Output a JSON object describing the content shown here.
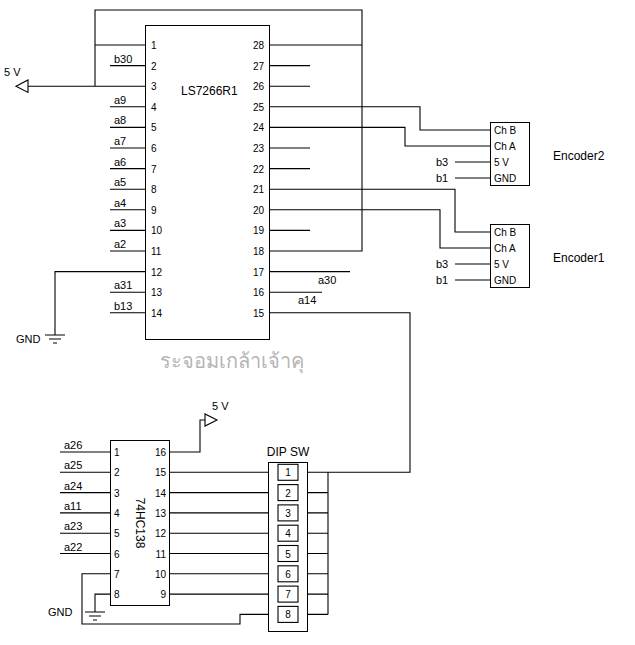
{
  "diagram": {
    "nodes": [
      {
        "text": [
          "LS7266R1",
          "1",
          "2",
          "3",
          "4",
          "5",
          "6",
          "7",
          "8",
          "9",
          "10",
          "11",
          "12",
          "13",
          "14",
          "28",
          "27",
          "26",
          "25",
          "24",
          "23",
          "22",
          "21",
          "20",
          "19",
          "18",
          "17",
          "16",
          "15"
        ]
      },
      {
        "text": [
          "Ch B",
          "Ch A",
          "5 V",
          "GND",
          "Encoder2"
        ]
      },
      {
        "text": [
          "Ch B",
          "Ch A",
          "5 V",
          "GND",
          "Encoder1"
        ]
      },
      {
        "text": [
          "74HC138",
          "1",
          "2",
          "3",
          "4",
          "5",
          "6",
          "7",
          "8",
          "16",
          "15",
          "14",
          "13",
          "12",
          "11",
          "10",
          "9"
        ]
      },
      {
        "text": [
          "DIP SW",
          "1",
          "2",
          "3",
          "4",
          "5",
          "6",
          "7",
          "8"
        ]
      }
    ],
    "edges": [
      {
        "from": 0,
        "to": 1,
        "arrow": "none"
      },
      {
        "from": 0,
        "to": 1,
        "arrow": "none"
      },
      {
        "from": 0,
        "to": 2,
        "arrow": "none"
      },
      {
        "from": 0,
        "to": 2,
        "arrow": "none"
      },
      {
        "from": 0,
        "to": 4,
        "arrow": "none"
      },
      {
        "from": 3,
        "to": 4,
        "arrow": "none"
      },
      {
        "from": 3,
        "to": 4,
        "arrow": "none"
      },
      {
        "from": 3,
        "to": 4,
        "arrow": "none"
      },
      {
        "from": 3,
        "to": 4,
        "arrow": "none"
      },
      {
        "from": 3,
        "to": 4,
        "arrow": "none"
      },
      {
        "from": 3,
        "to": 4,
        "arrow": "none"
      },
      {
        "from": 3,
        "to": 4,
        "arrow": "none"
      },
      {
        "from": 3,
        "to": 4,
        "arrow": "none"
      }
    ],
    "labels": [
      "5 V",
      "b30",
      "a9",
      "a8",
      "a7",
      "a6",
      "a5",
      "a4",
      "a3",
      "a2",
      "a31",
      "b13",
      "GND",
      "a30",
      "a14",
      "b3",
      "b1",
      "b3",
      "b1",
      "a26",
      "a25",
      "a24",
      "a11",
      "a23",
      "a22",
      "5 V",
      "GND",
      "ระจอมเกล้าเจ้าคุ"
    ]
  }
}
